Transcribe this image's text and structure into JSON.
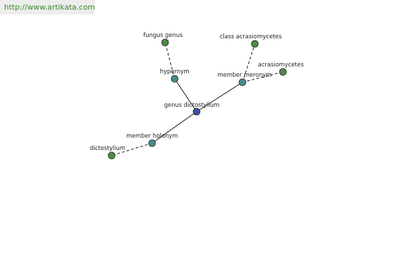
{
  "header": {
    "site_link": "http://www.artikata.com"
  },
  "graph": {
    "colors": {
      "center": "#3f4f9c",
      "relation": "#4a8b8b",
      "term": "#4d8a44",
      "edge": "#111111"
    },
    "nodes": {
      "center": {
        "label": "genus dictostylium",
        "kind": "center"
      },
      "hypernym": {
        "label": "hypernym",
        "kind": "relation"
      },
      "member_meronym": {
        "label": "member meronym",
        "kind": "relation"
      },
      "member_holonym": {
        "label": "member holonym",
        "kind": "relation"
      },
      "fungus_genus": {
        "label": "fungus genus",
        "kind": "term"
      },
      "class_acrasiomycetes": {
        "label": "class acrasiomycetes",
        "kind": "term"
      },
      "acrasiomycetes": {
        "label": "acrasiomycetes",
        "kind": "term"
      },
      "dictostylium": {
        "label": "dictostylium",
        "kind": "term"
      }
    },
    "edges": [
      {
        "from": "center",
        "to": "hypernym",
        "style": "solid"
      },
      {
        "from": "center",
        "to": "member_meronym",
        "style": "solid"
      },
      {
        "from": "center",
        "to": "member_holonym",
        "style": "solid"
      },
      {
        "from": "hypernym",
        "to": "fungus_genus",
        "style": "dashed"
      },
      {
        "from": "member_meronym",
        "to": "class_acrasiomycetes",
        "style": "dashed"
      },
      {
        "from": "member_meronym",
        "to": "acrasiomycetes",
        "style": "dashed"
      },
      {
        "from": "member_holonym",
        "to": "dictostylium",
        "style": "dashed"
      }
    ]
  }
}
